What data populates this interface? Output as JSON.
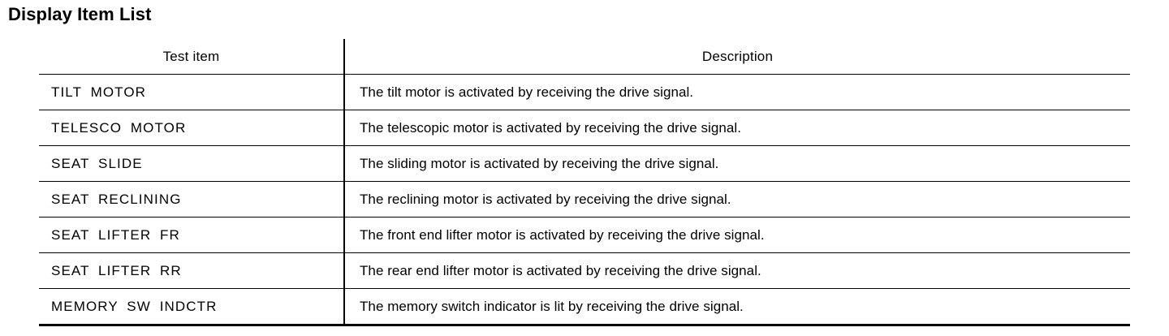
{
  "page_title": "Display Item List",
  "table": {
    "columns": [
      "Test item",
      "Description"
    ],
    "rows": [
      {
        "test_item": "TILT MOTOR",
        "description": "The tilt motor is activated by receiving the drive signal."
      },
      {
        "test_item": "TELESCO MOTOR",
        "description": "The telescopic motor is activated by receiving the drive signal."
      },
      {
        "test_item": "SEAT SLIDE",
        "description": "The sliding motor is activated by receiving the drive signal."
      },
      {
        "test_item": "SEAT RECLINING",
        "description": "The reclining motor is activated by receiving the drive signal."
      },
      {
        "test_item": "SEAT LIFTER FR",
        "description": "The front end lifter motor is activated by receiving the drive signal."
      },
      {
        "test_item": "SEAT LIFTER RR",
        "description": "The rear end lifter motor is activated by receiving the drive signal."
      },
      {
        "test_item": "MEMORY SW INDCTR",
        "description": "The memory switch indicator is lit by receiving the drive signal."
      }
    ]
  },
  "colors": {
    "text": "#000000",
    "background": "#ffffff",
    "rule": "#000000"
  }
}
